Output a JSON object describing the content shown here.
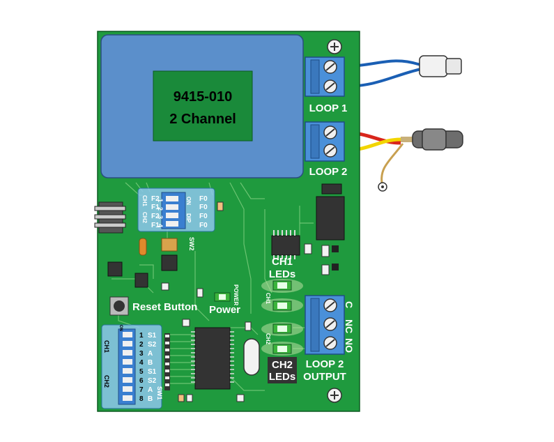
{
  "module": {
    "model": "9415-010",
    "channels": "2 Channel"
  },
  "terminals": {
    "loop1": "LOOP 1",
    "loop2": "LOOP 2",
    "loop2_output_line1": "LOOP 2",
    "loop2_output_line2": "OUTPUT",
    "relay_c": "C",
    "relay_nc": "NC",
    "relay_no": "NO"
  },
  "leds": {
    "ch1_line1": "CH1",
    "ch1_line2": "LEDs",
    "ch2_line1": "CH2",
    "ch2_line2": "LEDs",
    "ch1_small": "CH1",
    "ch2_small": "CH2",
    "power": "Power",
    "power_vertical": "POWER"
  },
  "reset": {
    "label": "Reset Button"
  },
  "dip_sw2": {
    "designator": "SW2",
    "on": "ON",
    "dip": "DIP",
    "numbers": [
      "1",
      "2",
      "3",
      "4"
    ],
    "ch_labels": [
      "CH1",
      "CH2"
    ],
    "left_labels": [
      "F2",
      "F1",
      "F2",
      "F1"
    ],
    "right_labels": [
      "F0",
      "F0",
      "F0",
      "F0"
    ]
  },
  "dip_sw1": {
    "designator": "SW1",
    "on": "ON",
    "numbers": [
      "1",
      "2",
      "3",
      "4",
      "5",
      "6",
      "7",
      "8"
    ],
    "labels": [
      "S1",
      "S2",
      "A",
      "B",
      "S1",
      "S2",
      "A",
      "B"
    ],
    "ch_labels": [
      "CH1",
      "CH2"
    ]
  },
  "colors": {
    "board": "#1f9a3e",
    "transformer": "#5b8fcb",
    "label_box": "#1a8a3a",
    "terminal": "#4a90d9",
    "wire_blue": "#1a5fb4",
    "wire_red": "#d9261c",
    "wire_yellow": "#f2d500"
  }
}
